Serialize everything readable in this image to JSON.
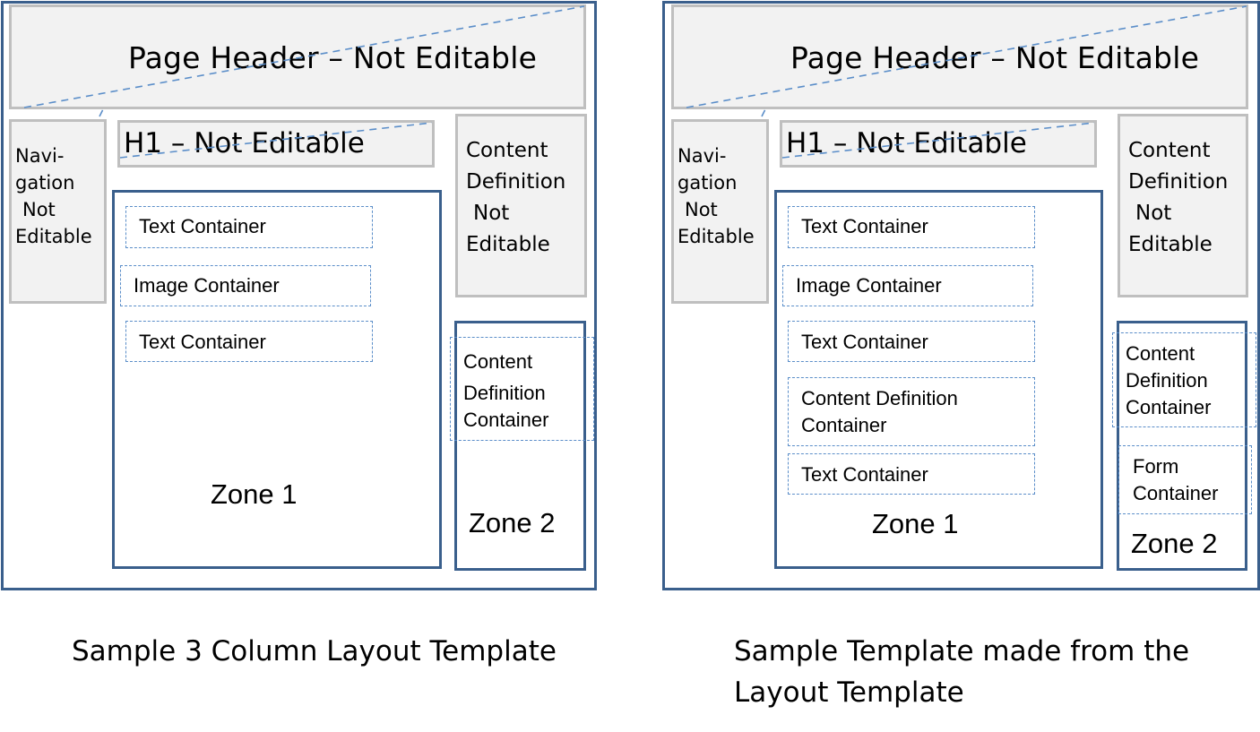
{
  "left": {
    "header": "Page Header – Not Editable",
    "h1": "H1 – Not Editable",
    "navigation": [
      "Navi-",
      "gation",
      "Not",
      "Editable"
    ],
    "content_definition": [
      "Content",
      "Definition",
      "Not",
      "Editable"
    ],
    "zone1": {
      "label": "Zone 1",
      "containers": [
        "Text Container",
        "Image Container",
        "Text Container"
      ]
    },
    "zone2": {
      "label": "Zone 2",
      "containers": [
        [
          "Content",
          "Definition",
          "Container"
        ]
      ]
    },
    "caption": "Sample 3 Column Layout Template"
  },
  "right": {
    "header": "Page Header – Not Editable",
    "h1": "H1 – Not Editable",
    "navigation": [
      "Navi-",
      "gation",
      "Not",
      "Editable"
    ],
    "content_definition": [
      "Content",
      "Definition",
      "Not",
      "Editable"
    ],
    "zone1": {
      "label": "Zone 1",
      "containers": [
        "Text Container",
        "Image Container",
        "Text Container",
        [
          "Content Definition",
          "Container"
        ],
        "Text Container"
      ]
    },
    "zone2": {
      "label": "Zone 2",
      "containers": [
        [
          "Content",
          "Definition",
          "Container"
        ],
        [
          "Form",
          "Container"
        ]
      ]
    },
    "caption": [
      "Sample Template made from the",
      "Layout Template"
    ]
  },
  "colors": {
    "frame": "#3a5f8c",
    "gray_fill": "#f2f2f2",
    "gray_border": "#bfbfbf",
    "dash": "#5b8ec9"
  }
}
